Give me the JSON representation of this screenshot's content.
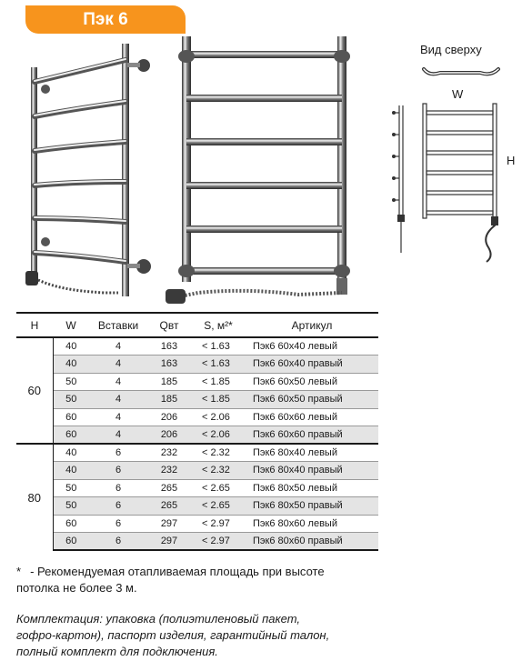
{
  "title": "Пэк 6",
  "top_view_label": "Вид сверху",
  "scheme": {
    "width_label": "W",
    "height_label": "H"
  },
  "table": {
    "headers": [
      "H",
      "W",
      "Вставки",
      "Qвт",
      "S, м²*",
      "Артикул"
    ],
    "groups": [
      {
        "h": "60",
        "rows": [
          {
            "w": "40",
            "inserts": "4",
            "q": "163",
            "s": "< 1.63",
            "article": "Пэк6 60x40 левый"
          },
          {
            "w": "40",
            "inserts": "4",
            "q": "163",
            "s": "< 1.63",
            "article": "Пэк6 60x40 правый"
          },
          {
            "w": "50",
            "inserts": "4",
            "q": "185",
            "s": "< 1.85",
            "article": "Пэк6 60x50 левый"
          },
          {
            "w": "50",
            "inserts": "4",
            "q": "185",
            "s": "< 1.85",
            "article": "Пэк6 60x50 правый"
          },
          {
            "w": "60",
            "inserts": "4",
            "q": "206",
            "s": "< 2.06",
            "article": "Пэк6 60x60 левый"
          },
          {
            "w": "60",
            "inserts": "4",
            "q": "206",
            "s": "< 2.06",
            "article": "Пэк6 60x60 правый"
          }
        ]
      },
      {
        "h": "80",
        "rows": [
          {
            "w": "40",
            "inserts": "6",
            "q": "232",
            "s": "< 2.32",
            "article": "Пэк6 80x40 левый"
          },
          {
            "w": "40",
            "inserts": "6",
            "q": "232",
            "s": "< 2.32",
            "article": "Пэк6 80x40 правый"
          },
          {
            "w": "50",
            "inserts": "6",
            "q": "265",
            "s": "< 2.65",
            "article": "Пэк6 80x50 левый"
          },
          {
            "w": "50",
            "inserts": "6",
            "q": "265",
            "s": "< 2.65",
            "article": "Пэк6 80x50 правый"
          },
          {
            "w": "60",
            "inserts": "6",
            "q": "297",
            "s": "< 2.97",
            "article": "Пэк6 80x60 левый"
          },
          {
            "w": "60",
            "inserts": "6",
            "q": "297",
            "s": "< 2.97",
            "article": "Пэк6 80x60 правый"
          }
        ]
      }
    ]
  },
  "footnote": {
    "star": "*",
    "line1": "- Рекомендуемая отапливаемая площадь при высоте",
    "line2": "потолка не более 3 м."
  },
  "complect": {
    "line1": "Комплектация: упаковка (полиэтиленовый пакет,",
    "line2": "гофро-картон), паспорт изделия, гарантийный талон,",
    "line3": "полный комплект для подключения."
  },
  "colors": {
    "accent": "#f7941d",
    "chrome_dark": "#3a3a3a",
    "chrome_light": "#e8e8e8"
  }
}
